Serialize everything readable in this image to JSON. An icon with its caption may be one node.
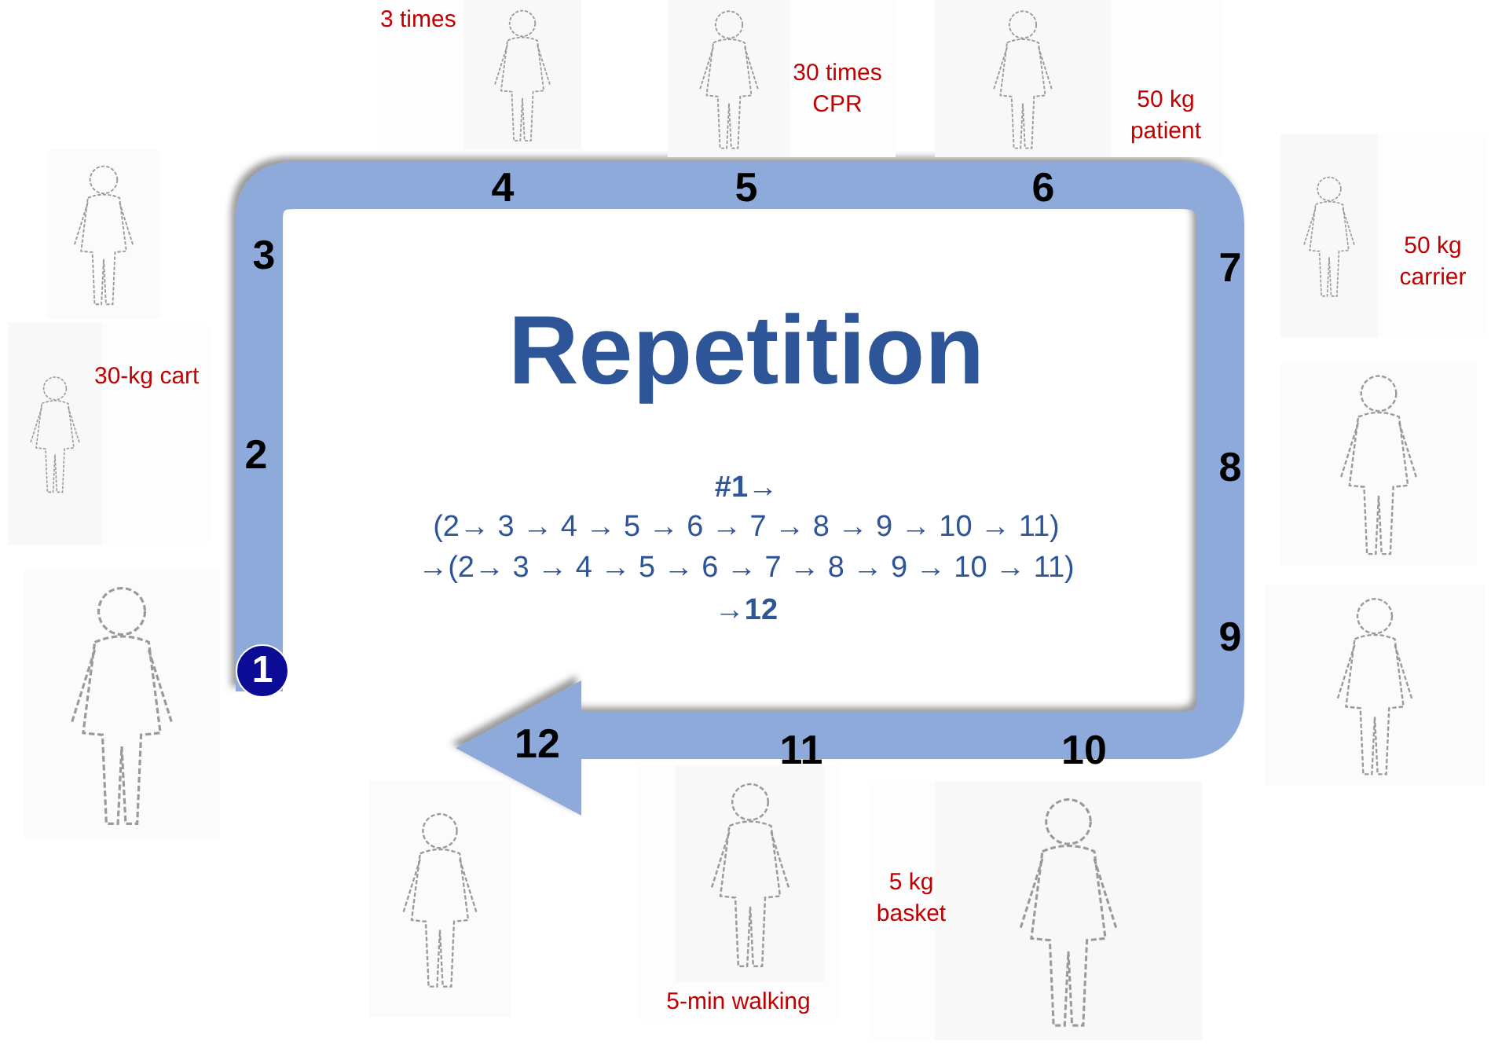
{
  "diagram": {
    "title": "Repetition",
    "nodes": [
      {
        "text": [],
        "shape": "picture"
      },
      {
        "text": [
          "30-kg cart"
        ]
      },
      {
        "text": [],
        "shape": "picture"
      },
      {
        "text": [
          "3 times"
        ]
      },
      {
        "text": [
          "30 times CPR"
        ]
      },
      {
        "text": [
          "50 kg patient"
        ]
      },
      {
        "text": [
          "50 kg carrier"
        ]
      },
      {
        "text": [],
        "shape": "picture"
      },
      {
        "text": [],
        "shape": "picture"
      },
      {
        "text": [
          "5 kg basket"
        ]
      },
      {
        "text": [
          "5-min walking"
        ]
      },
      {
        "text": [],
        "shape": "picture"
      },
      {
        "text": [
          "1"
        ]
      }
    ],
    "labels": [
      "4",
      "5",
      "6",
      "3",
      "7",
      "2",
      "#1→",
      "8",
      "(2→ 3 → 4 → 5 → 6 → 7 → 8 → 9 → 10 → 11)",
      "→(2→ 3 → 4 → 5 → 6 → 7 → 8 → 9 → 10 → 11)",
      "→12",
      "9",
      "12",
      "11",
      "10"
    ]
  }
}
